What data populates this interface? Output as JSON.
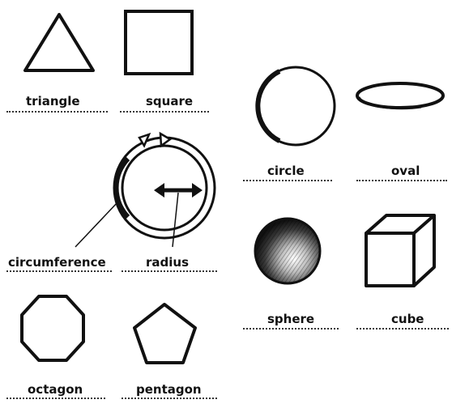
{
  "labels": {
    "triangle": "triangle",
    "square": "square",
    "circle": "circle",
    "oval": "oval",
    "circumference": "circumference",
    "radius": "radius",
    "sphere": "sphere",
    "cube": "cube",
    "octagon": "octagon",
    "pentagon": "pentagon"
  },
  "colors": {
    "ink": "#111111",
    "paper": "#ffffff"
  }
}
